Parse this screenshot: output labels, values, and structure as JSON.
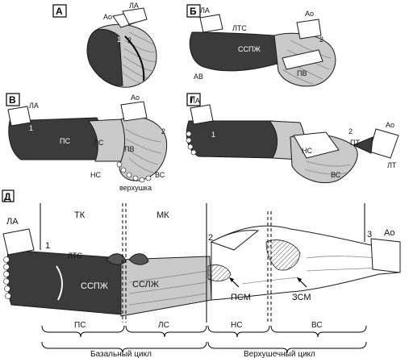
{
  "colors": {
    "dark": "#3b3b3b",
    "light": "#c9c9c9",
    "outline": "#1a1a1a",
    "white": "#ffffff"
  },
  "panelA": {
    "letter": "А",
    "ao": "Ао",
    "la": "ЛА",
    "n1": "1",
    "n2": "2"
  },
  "panelB": {
    "letter": "Б",
    "la": "ЛА",
    "ao": "Ао",
    "lts": "ЛТС",
    "ssplzh": "ССПЖ",
    "pv": "ПВ",
    "av": "АВ",
    "n2": "2"
  },
  "panelV": {
    "letter": "В",
    "la": "ЛА",
    "ao": "Ао",
    "n1": "1",
    "n2": "2",
    "ps": "ПС",
    "ls": "ЛС",
    "pv": "ПВ",
    "ns": "НС",
    "vs": "ВС",
    "apex": "верхушка"
  },
  "panelG": {
    "letter": "Г",
    "la": "ЛА",
    "n1": "1",
    "n2": "2",
    "ao": "Ао",
    "pt": "ПТ",
    "ns": "НС",
    "vs": "ВС",
    "lt": "ЛТ"
  },
  "panelD": {
    "letter": "Д",
    "la": "ЛА",
    "n1": "1",
    "n2": "2",
    "n3": "3",
    "ao": "Ао",
    "tk": "ТК",
    "mk": "МК",
    "lts": "ЛТС",
    "ssplzh": "ССПЖ",
    "sslzh": "ССЛЖ",
    "psm": "ПСМ",
    "zsm": "ЗСМ",
    "ps": "ПС",
    "ls": "ЛС",
    "ns": "НС",
    "vs": "ВС",
    "basal": "Базальный цикл",
    "apical": "Верхушечный цикл"
  }
}
